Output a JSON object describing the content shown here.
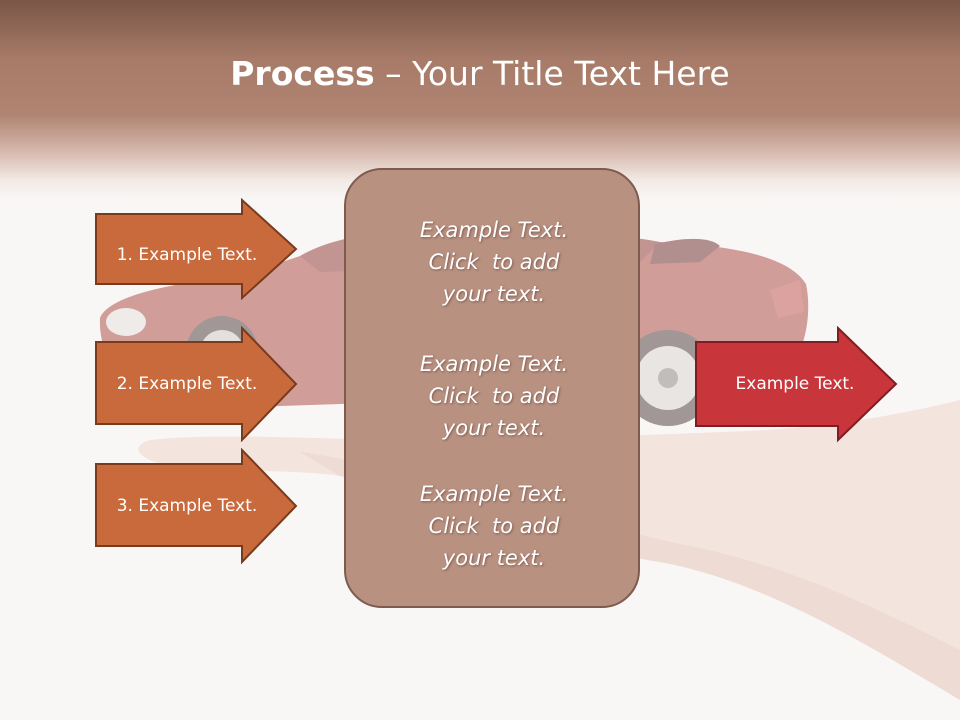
{
  "title": {
    "bold": "Process",
    "rest": " – Your Title Text Here"
  },
  "left_arrows": [
    {
      "label": "1. Example Text."
    },
    {
      "label": "2. Example Text."
    },
    {
      "label": "3. Example Text."
    }
  ],
  "center_box": {
    "paragraphs": [
      {
        "lines": [
          "Example Text.",
          "Click  to add",
          "your text."
        ]
      },
      {
        "lines": [
          "Example Text.",
          "Click  to add",
          "your text."
        ]
      },
      {
        "lines": [
          "Example Text.",
          "Click  to add",
          "your text."
        ]
      }
    ]
  },
  "right_arrow": {
    "label": "Example Text."
  },
  "background_image": {
    "icon": "car-on-hand-photo"
  },
  "colors": {
    "header": "#a87b69",
    "left_arrow_fill": "#c96a3c",
    "left_arrow_stroke": "#7a3a1c",
    "center_fill": "#b99181",
    "center_stroke": "#7d5b4e",
    "right_arrow_fill": "#c8353a",
    "right_arrow_stroke": "#7e1d22"
  }
}
